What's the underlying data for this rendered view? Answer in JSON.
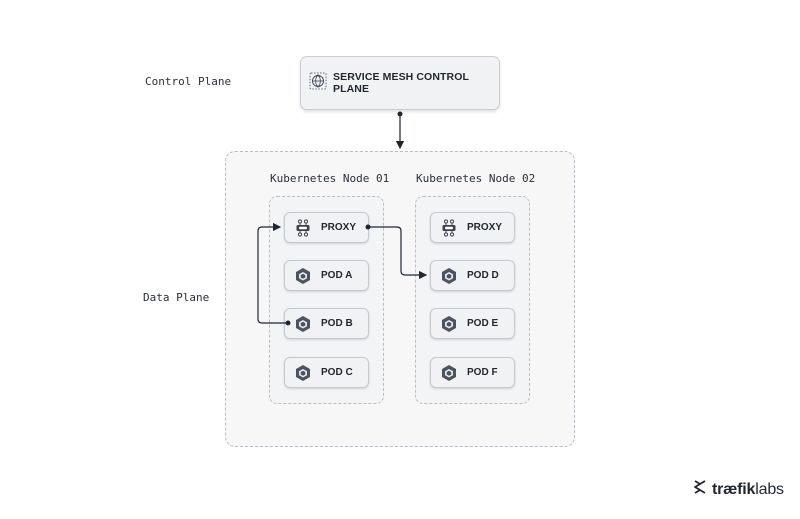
{
  "labels": {
    "control_plane": "Control Plane",
    "data_plane": "Data Plane"
  },
  "control_plane_box": {
    "label": "SERVICE MESH CONTROL PLANE",
    "icon": "mesh-grid-icon"
  },
  "nodes": [
    {
      "title": "Kubernetes Node 01",
      "chips": [
        {
          "label": "PROXY",
          "icon": "proxy-icon"
        },
        {
          "label": "POD A",
          "icon": "pod-icon"
        },
        {
          "label": "POD B",
          "icon": "pod-icon"
        },
        {
          "label": "POD C",
          "icon": "pod-icon"
        }
      ]
    },
    {
      "title": "Kubernetes Node 02",
      "chips": [
        {
          "label": "PROXY",
          "icon": "proxy-icon"
        },
        {
          "label": "POD D",
          "icon": "pod-icon"
        },
        {
          "label": "POD E",
          "icon": "pod-icon"
        },
        {
          "label": "POD F",
          "icon": "pod-icon"
        }
      ]
    }
  ],
  "brand": {
    "logo_bold": "træfik",
    "logo_light": "labs"
  },
  "colors": {
    "line": "#1f2630",
    "border": "#b8bcc3",
    "chip_bg": "#f1f2f4"
  }
}
